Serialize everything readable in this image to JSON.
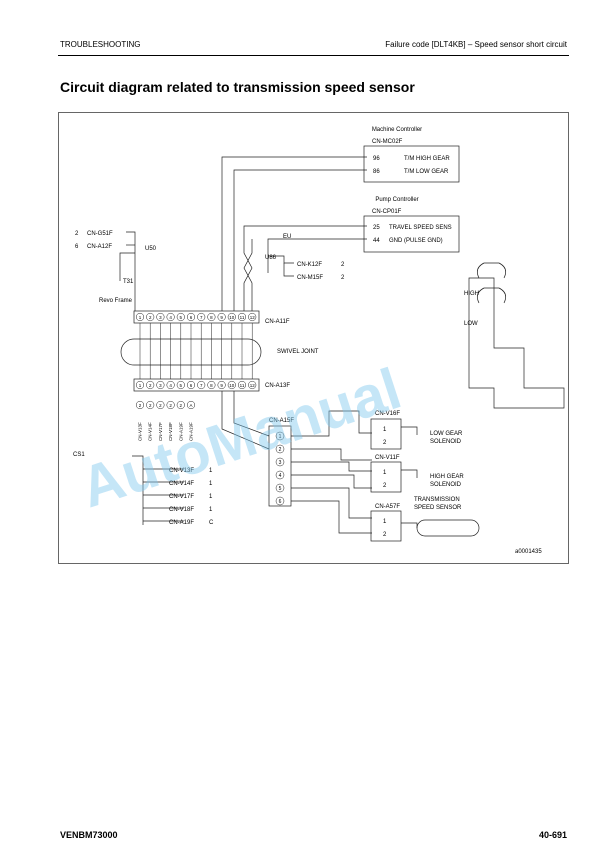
{
  "header": {
    "section": "TROUBLESHOOTING",
    "failure_code": "Failure code [DLT4KB] – Speed sensor short circuit"
  },
  "page_title": "Circuit diagram related to transmission speed sensor",
  "diagram": {
    "machine_controller": {
      "title": "Machine Controller",
      "connector": "CN-MC02F",
      "pins": [
        {
          "num": "96",
          "label": "T/M HIGH GEAR"
        },
        {
          "num": "86",
          "label": "T/M LOW GEAR"
        }
      ]
    },
    "pump_controller": {
      "title": "Pump Controller",
      "connector": "CN-CP01F",
      "pins": [
        {
          "num": "25",
          "label": "TRAVEL SPEED SENS"
        },
        {
          "num": "44",
          "label": "GND (PULSE GND)"
        }
      ]
    },
    "ground_connectors": [
      {
        "pin": "2",
        "name": "CN-G51F"
      },
      {
        "pin": "6",
        "name": "CN-A12F"
      }
    ],
    "splice_u50": "U50",
    "ground_t31": "T31",
    "revo_frame": "Revo Frame",
    "splice_eu": "EU",
    "splice_u86": "U86",
    "branch_connectors": [
      {
        "name": "CN-K12F",
        "pin": "2"
      },
      {
        "name": "CN-M15F",
        "pin": "2"
      }
    ],
    "swivel": {
      "top_connector": "CN-A11F",
      "label": "SWIVEL JOINT",
      "bottom_connector": "CN-A13F",
      "pins": [
        "1",
        "2",
        "3",
        "4",
        "5",
        "6",
        "7",
        "8",
        "9",
        "10",
        "11",
        "12"
      ],
      "lower_pins": [
        "2",
        "2",
        "2",
        "2",
        "2",
        "A"
      ],
      "lower_labels": [
        "CN-V13F",
        "CN-V14F",
        "CN-V17F",
        "CN-V18F",
        "CN-A19F",
        "CN-A19F"
      ]
    },
    "cs1": "CS1",
    "left_connectors": [
      {
        "name": "CN-V13F",
        "pin": "1"
      },
      {
        "name": "CN-V14F",
        "pin": "1"
      },
      {
        "name": "CN-V17F",
        "pin": "1"
      },
      {
        "name": "CN-V18F",
        "pin": "1"
      },
      {
        "name": "CN-A19F",
        "pin": "C"
      }
    ],
    "junction": {
      "connector": "CN-A15F",
      "pins": [
        "1",
        "2",
        "3",
        "4",
        "5",
        "6"
      ]
    },
    "low_gear": {
      "connector": "CN-V16F",
      "label_1": "LOW GEAR",
      "label_2": "SOLENOID",
      "pins": [
        "1",
        "2"
      ]
    },
    "high_gear": {
      "connector": "CN-V11F",
      "label_1": "HIGH GEAR",
      "label_2": "SOLENOID",
      "pins": [
        "1",
        "2"
      ]
    },
    "speed_sensor": {
      "connector": "CN-A57F",
      "label_1": "TRANSMISSION",
      "label_2": "SPEED SENSOR",
      "pins": [
        "1",
        "2"
      ]
    },
    "valve_labels": {
      "high": "HIGH",
      "low": "LOW"
    },
    "watermark": "AutoManual",
    "figure_id": "a0001435"
  },
  "footer": {
    "doc_code": "VENBM73000",
    "page_number": "40-691"
  }
}
